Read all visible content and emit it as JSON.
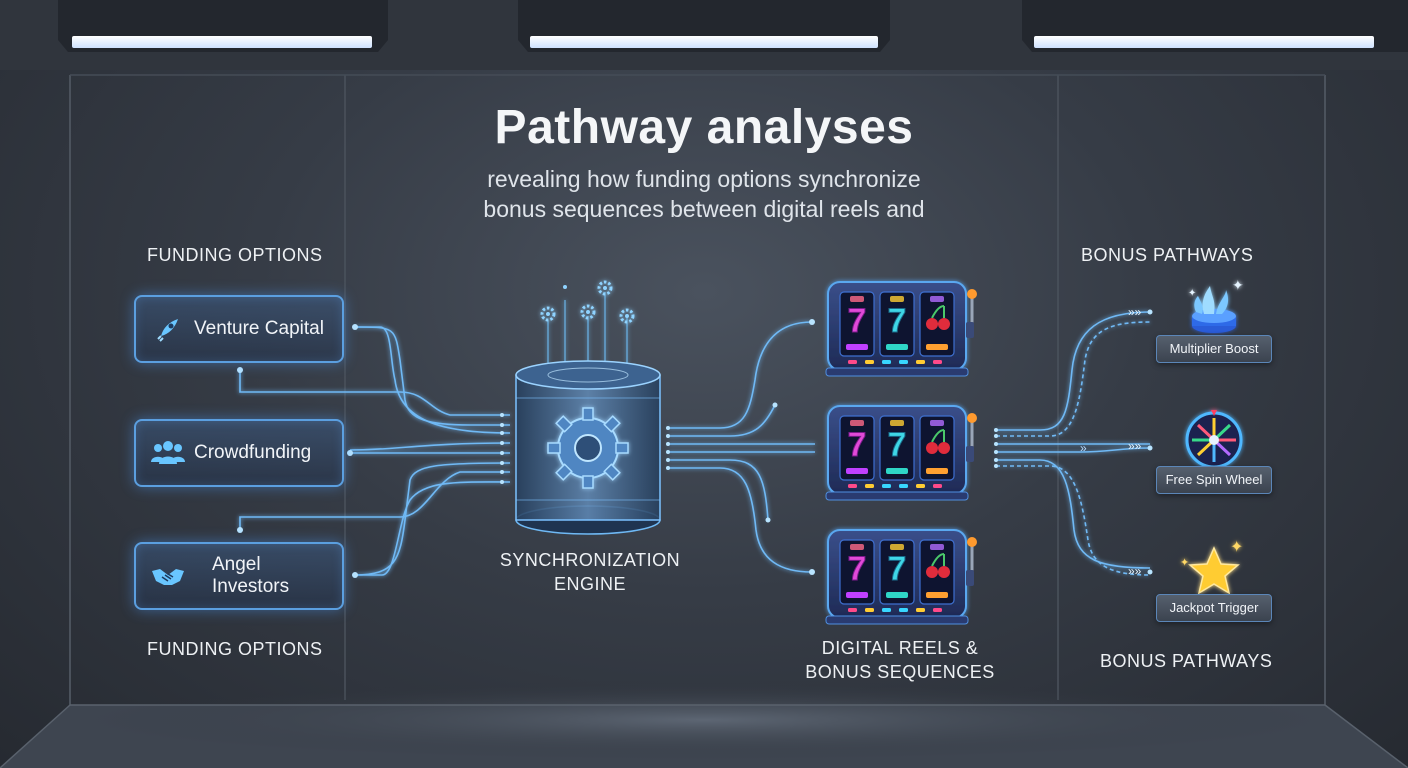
{
  "header": {
    "title": "Pathway analyses",
    "subtitle_line1": "revealing how funding options synchronize",
    "subtitle_line2": "bonus sequences between digital reels and"
  },
  "funding": {
    "heading_top": "FUNDING OPTIONS",
    "heading_bottom": "FUNDING OPTIONS",
    "items": [
      {
        "label": "Venture Capital",
        "icon": "rocket-icon"
      },
      {
        "label": "Crowdfunding",
        "icon": "people-icon"
      },
      {
        "label_line1": "Angel",
        "label_line2": "Investors",
        "icon": "handshake-icon"
      }
    ]
  },
  "engine": {
    "label_line1": "SYNCHRONIZATION",
    "label_line2": "ENGINE"
  },
  "reels": {
    "label_line1": "DIGITAL REELS &",
    "label_line2": "BONUS SEQUENCES",
    "machines": [
      {
        "symbols": [
          "7",
          "7",
          "cherry"
        ]
      },
      {
        "symbols": [
          "7",
          "7",
          "cherry"
        ]
      },
      {
        "symbols": [
          "7",
          "7",
          "cherry"
        ]
      }
    ]
  },
  "bonus": {
    "heading_top": "BONUS PATHWAYS",
    "heading_bottom": "BONUS PATHWAYS",
    "items": [
      {
        "label": "Multiplier Boost",
        "icon": "fountain-icon"
      },
      {
        "label": "Free Spin Wheel",
        "icon": "wheel-icon"
      },
      {
        "label": "Jackpot Trigger",
        "icon": "star-icon"
      }
    ]
  },
  "colors": {
    "accent": "#5aa8f0",
    "glow": "#8fd0ff",
    "reel_seven_pink": "#e04ad8",
    "reel_seven_cyan": "#3fd6e6",
    "cherry": "#e02c3c",
    "star": "#ffcc33"
  }
}
